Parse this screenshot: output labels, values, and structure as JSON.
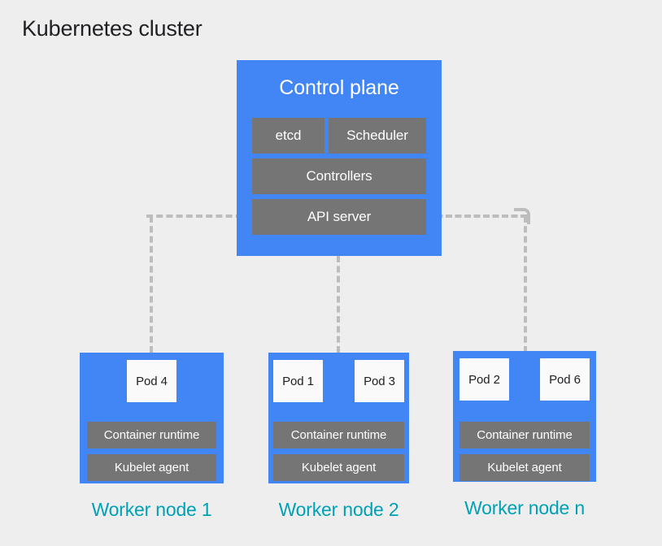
{
  "title": "Kubernetes cluster",
  "colors": {
    "background": "#eeeeee",
    "node_blue": "#4285f4",
    "component_gray": "#757575",
    "pod_white": "#fafafa",
    "caption_teal": "#00a1b5",
    "title_text": "#202124",
    "connector_gray": "#bdbdbd"
  },
  "control_plane": {
    "title": "Control plane",
    "components": [
      {
        "label": "etcd"
      },
      {
        "label": "Scheduler"
      },
      {
        "label": "Controllers"
      },
      {
        "label": "API server"
      }
    ]
  },
  "worker_nodes": [
    {
      "caption": "Worker node 1",
      "pods": [
        {
          "label": "Pod 4"
        }
      ],
      "components": [
        {
          "label": "Container runtime"
        },
        {
          "label": "Kubelet agent"
        }
      ]
    },
    {
      "caption": "Worker node 2",
      "pods": [
        {
          "label": "Pod 1"
        },
        {
          "label": "Pod 3"
        }
      ],
      "components": [
        {
          "label": "Container runtime"
        },
        {
          "label": "Kubelet agent"
        }
      ]
    },
    {
      "caption": "Worker node n",
      "pods": [
        {
          "label": "Pod 2"
        },
        {
          "label": "Pod 6"
        }
      ],
      "components": [
        {
          "label": "Container runtime"
        },
        {
          "label": "Kubelet agent"
        }
      ]
    }
  ]
}
